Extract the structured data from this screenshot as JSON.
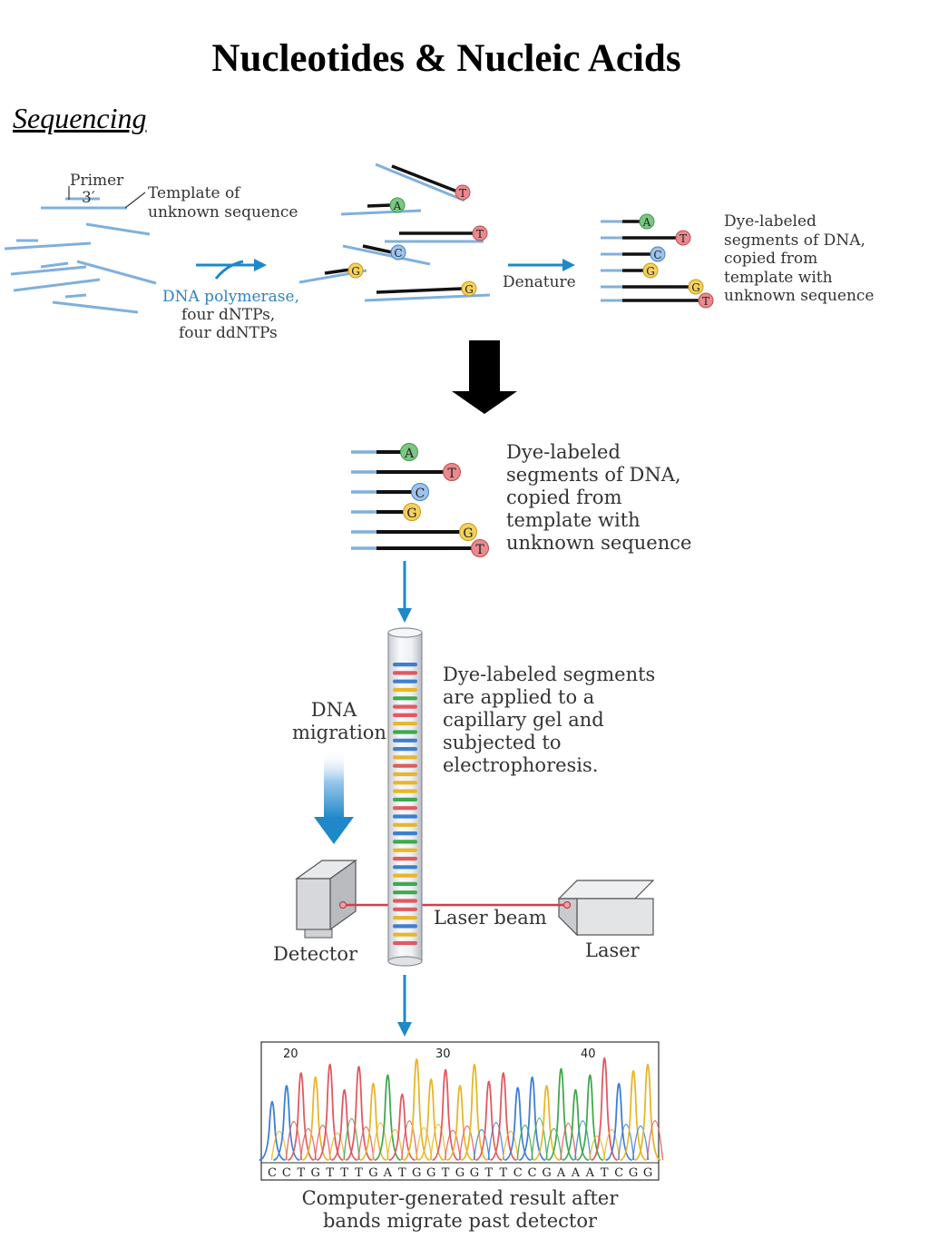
{
  "page": {
    "title": "Nucleotides & Nucleic Acids",
    "section": "Sequencing"
  },
  "step1": {
    "primer_label": "Primer",
    "three_prime_label": "3′",
    "template_label": "Template of\nunknown sequence",
    "reagents_line1": "DNA polymerase,",
    "reagents_line2": "four dNTPs,",
    "reagents_line3": "four ddNTPs",
    "denature_label": "Denature",
    "products_label": "Dye-labeled\nsegments of DNA,\ncopied from\ntemplate with\nunknown sequence",
    "reaction_bases": [
      "T",
      "A",
      "T",
      "C",
      "G",
      "G"
    ],
    "product_bases": [
      "A",
      "T",
      "C",
      "G",
      "G",
      "T"
    ]
  },
  "step2": {
    "segments_label": "Dye-labeled\nsegments of DNA,\ncopied from\ntemplate with\nunknown sequence",
    "segment_bases": [
      "A",
      "T",
      "C",
      "G",
      "G",
      "T"
    ]
  },
  "step3": {
    "migration_label": "DNA\nmigration",
    "electrophoresis_label": "Dye-labeled segments\nare applied to a\ncapillary gel and\nsubjected to\nelectrophoresis.",
    "laser_beam_label": "Laser beam",
    "detector_label": "Detector",
    "laser_label": "Laser"
  },
  "step4": {
    "position_markers": [
      "20",
      "30",
      "40"
    ],
    "sequence": [
      "C",
      "C",
      "T",
      "G",
      "T",
      "T",
      "T",
      "G",
      "A",
      "T",
      "G",
      "G",
      "T",
      "G",
      "G",
      "T",
      "T",
      "C",
      "C",
      "G",
      "A",
      "A",
      "A",
      "T",
      "C",
      "G",
      "G"
    ],
    "result_label": "Computer-generated result after\nbands migrate past detector"
  },
  "colors": {
    "A": "#3fa94d",
    "T": "#e05a5f",
    "C": "#3d7fd0",
    "G": "#e8b62b",
    "strand_template": "#7fb0dc",
    "strand_new": "#111111",
    "arrow": "#1e88c8",
    "laser_beam": "#d93a4a"
  }
}
